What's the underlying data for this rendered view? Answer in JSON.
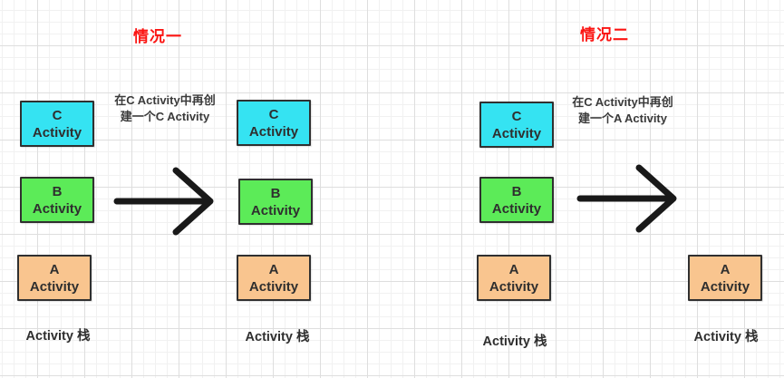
{
  "colors": {
    "heading": "#fb1412",
    "box_cyan": "#35e3f2",
    "box_green": "#5ceb58",
    "box_orange": "#f9c58f",
    "box_border": "#303030",
    "box_text": "#2f2f2f",
    "note_text": "#3a3a3a",
    "arrow": "#191919"
  },
  "scenario1": {
    "title": "情况一",
    "note": {
      "line1": "在C Activity中再创",
      "line2": "建一个C Activity"
    },
    "before": {
      "boxes": [
        {
          "name": "C",
          "type": "Activity",
          "color": "cyan"
        },
        {
          "name": "B",
          "type": "Activity",
          "color": "green"
        },
        {
          "name": "A",
          "type": "Activity",
          "color": "orange"
        }
      ],
      "label": "Activity 栈"
    },
    "after": {
      "boxes": [
        {
          "name": "C",
          "type": "Activity",
          "color": "cyan"
        },
        {
          "name": "B",
          "type": "Activity",
          "color": "green"
        },
        {
          "name": "A",
          "type": "Activity",
          "color": "orange"
        }
      ],
      "label": "Activity 栈"
    }
  },
  "scenario2": {
    "title": "情况二",
    "note": {
      "line1": "在C Activity中再创",
      "line2": "建一个A Activity"
    },
    "before": {
      "boxes": [
        {
          "name": "C",
          "type": "Activity",
          "color": "cyan"
        },
        {
          "name": "B",
          "type": "Activity",
          "color": "green"
        },
        {
          "name": "A",
          "type": "Activity",
          "color": "orange"
        }
      ],
      "label": "Activity 栈"
    },
    "after": {
      "boxes": [
        {
          "name": "A",
          "type": "Activity",
          "color": "orange"
        }
      ],
      "label": "Activity 栈"
    }
  }
}
